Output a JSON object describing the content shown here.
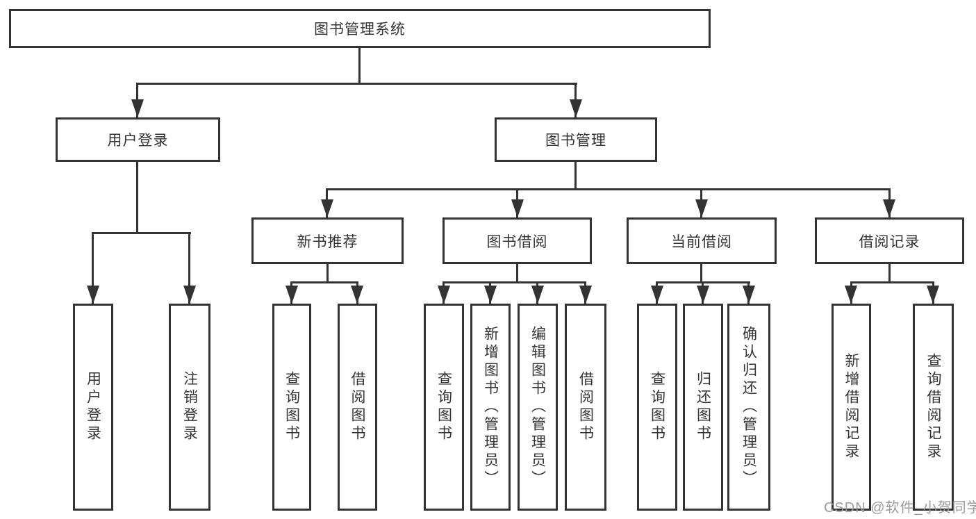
{
  "diagram": {
    "root": {
      "label": "图书管理系统"
    },
    "user_login": {
      "label": "用户登录"
    },
    "book_management": {
      "label": "图书管理"
    },
    "new_book_recommend": {
      "label": "新书推荐"
    },
    "book_borrowing": {
      "label": "图书借阅"
    },
    "current_borrowing": {
      "label": "当前借阅"
    },
    "borrowing_records": {
      "label": "借阅记录"
    },
    "leaves": {
      "user_login": "用户登录",
      "logout": "注销登录",
      "recommend_query_books": "查询图书",
      "recommend_borrow_books": "借阅图书",
      "borrowing_query_books": "查询图书",
      "borrowing_add_books_admin": "新增图书（管理员）",
      "borrowing_edit_books_admin": "编辑图书（管理员）",
      "borrowing_borrow_books": "借阅图书",
      "current_query_books": "查询图书",
      "current_return_books": "归还图书",
      "current_confirm_return_admin": "确认归还（管理员）",
      "records_add_record": "新增借阅记录",
      "records_query_record": "查询借阅记录"
    }
  },
  "watermark": {
    "text": "CSDN @软件_小贺同学",
    "color": "#9B9B9B"
  },
  "colors": {
    "line": "#333333",
    "text": "#333333",
    "background": "#FFFFFF"
  }
}
